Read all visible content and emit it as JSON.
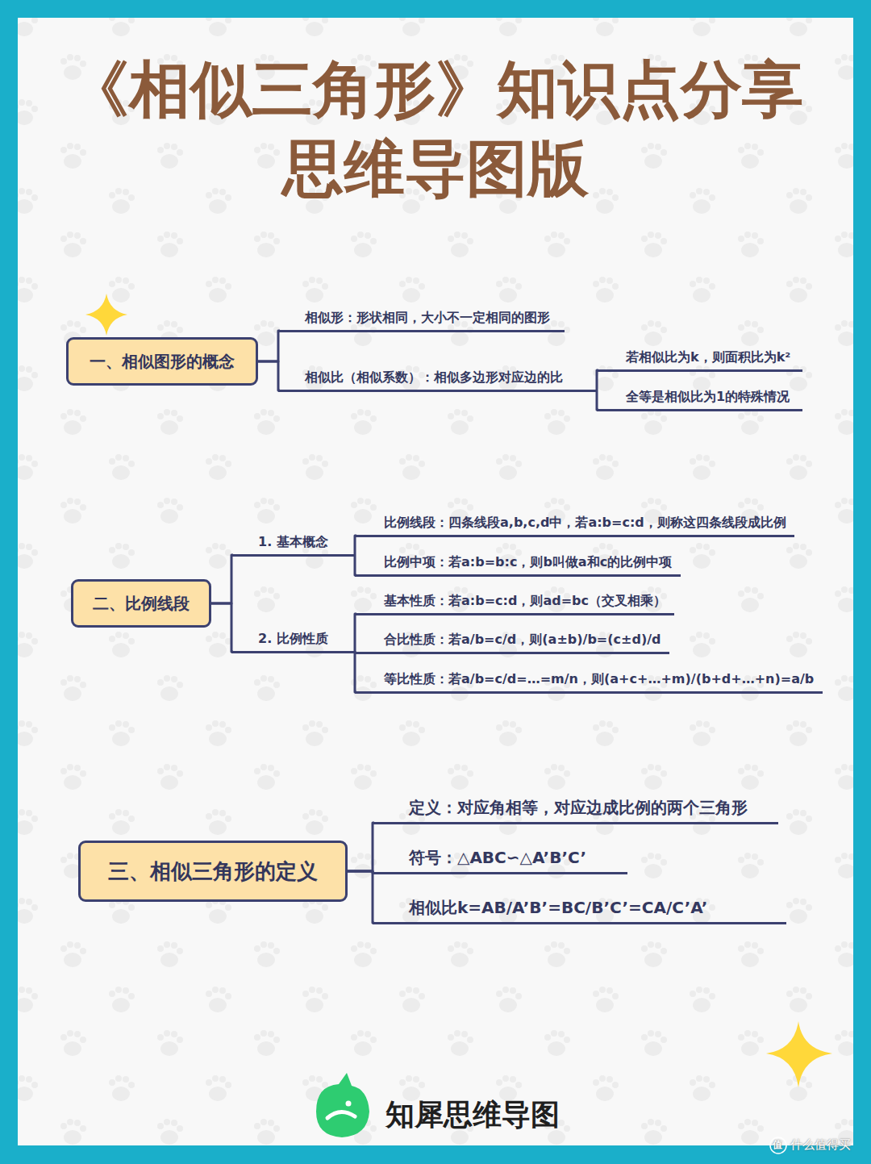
{
  "diagram": {
    "title": "《相似三角形》知识点分享 思维导图版",
    "nodes": [
      {
        "text": [
          "一、相似图形的概念"
        ]
      },
      {
        "text": [
          "相似形：形状相同，大小不一定相同的图形"
        ]
      },
      {
        "text": [
          "相似比（相似系数）：相似多边形对应边的比"
        ]
      },
      {
        "text": [
          "若相似比为k，则面积比为k²"
        ]
      },
      {
        "text": [
          "全等是相似比为1的特殊情况"
        ]
      },
      {
        "text": [
          "二、比例线段"
        ]
      },
      {
        "text": [
          "1. 基本概念"
        ]
      },
      {
        "text": [
          "比例线段：四条线段a,b,c,d中，若a:b=c:d，则称这四条线段成比例"
        ]
      },
      {
        "text": [
          "比例中项：若a:b=b:c，则b叫做a和c的比例中项"
        ]
      },
      {
        "text": [
          "2. 比例性质"
        ]
      },
      {
        "text": [
          "基本性质：若a:b=c:d，则ad=bc（交叉相乘）"
        ]
      },
      {
        "text": [
          "合比性质：若a/b=c/d，则(a±b)/b=(c±d)/d"
        ]
      },
      {
        "text": [
          "等比性质：若a/b=c/d=…=m/n，则(a+c+…+m)/(b+d+…+n)=a/b"
        ]
      },
      {
        "text": [
          "三、相似三角形的定义"
        ]
      },
      {
        "text": [
          "定义：对应角相等，对应边成比例的两个三角形"
        ]
      },
      {
        "text": [
          "符号：△ABC∽△A’B’C’"
        ]
      },
      {
        "text": [
          "相似比k=AB/A’B’=BC/B’C’=CA/C’A’"
        ]
      }
    ],
    "edges": [
      {
        "from": 0,
        "to": 1,
        "arrow": "none"
      },
      {
        "from": 0,
        "to": 2,
        "arrow": "none"
      },
      {
        "from": 2,
        "to": 3,
        "arrow": "none"
      },
      {
        "from": 2,
        "to": 4,
        "arrow": "none"
      },
      {
        "from": 5,
        "to": 6,
        "arrow": "none"
      },
      {
        "from": 5,
        "to": 9,
        "arrow": "none"
      },
      {
        "from": 6,
        "to": 7,
        "arrow": "none"
      },
      {
        "from": 6,
        "to": 8,
        "arrow": "none"
      },
      {
        "from": 9,
        "to": 10,
        "arrow": "none"
      },
      {
        "from": 9,
        "to": 11,
        "arrow": "none"
      },
      {
        "from": 9,
        "to": 12,
        "arrow": "none"
      },
      {
        "from": 13,
        "to": 14,
        "arrow": "none"
      },
      {
        "from": 13,
        "to": 15,
        "arrow": "none"
      },
      {
        "from": 13,
        "to": 16,
        "arrow": "none"
      }
    ],
    "labels": [
      "知犀思维导图",
      "值",
      "什么值得买"
    ]
  }
}
